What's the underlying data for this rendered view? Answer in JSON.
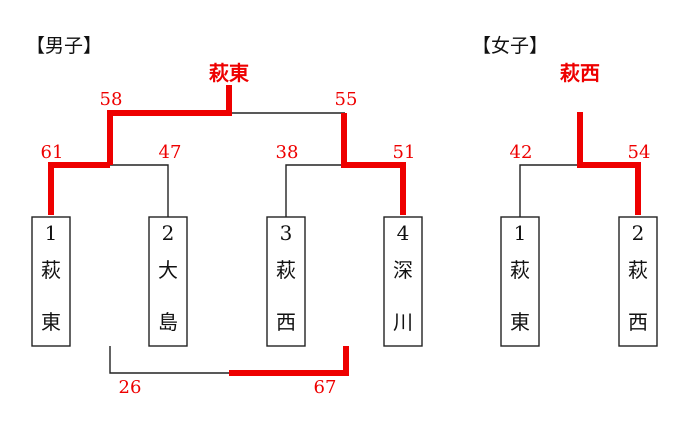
{
  "colors": {
    "win": "#ee0000",
    "line": "#222222",
    "text": "#111111"
  },
  "men": {
    "label": "【男子】",
    "champion": "萩東",
    "teams": [
      {
        "seed": "1",
        "name": [
          "萩",
          "東"
        ]
      },
      {
        "seed": "2",
        "name": [
          "大",
          "島"
        ]
      },
      {
        "seed": "3",
        "name": [
          "萩",
          "西"
        ]
      },
      {
        "seed": "4",
        "name": [
          "深",
          "川"
        ]
      }
    ],
    "semifinal_1": {
      "score_left": "61",
      "score_right": "47"
    },
    "semifinal_2": {
      "score_left": "38",
      "score_right": "51"
    },
    "final": {
      "score_left": "58",
      "score_right": "55"
    },
    "third_place": {
      "score_left": "26",
      "score_right": "67"
    }
  },
  "women": {
    "label": "【女子】",
    "champion": "萩西",
    "teams": [
      {
        "seed": "1",
        "name": [
          "萩",
          "東"
        ]
      },
      {
        "seed": "2",
        "name": [
          "萩",
          "西"
        ]
      }
    ],
    "final": {
      "score_left": "42",
      "score_right": "54"
    }
  }
}
